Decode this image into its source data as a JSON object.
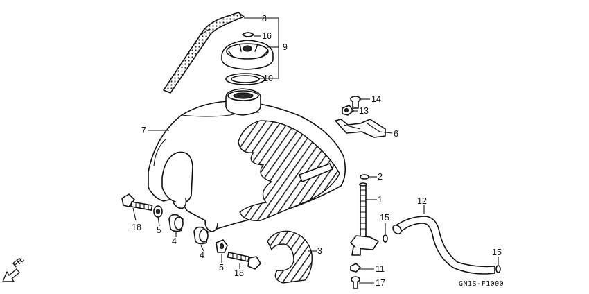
{
  "callouts": [
    {
      "id": "c1",
      "text": "1"
    },
    {
      "id": "c2",
      "text": "2"
    },
    {
      "id": "c3",
      "text": "3"
    },
    {
      "id": "c4a",
      "text": "4"
    },
    {
      "id": "c4b",
      "text": "4"
    },
    {
      "id": "c5a",
      "text": "5"
    },
    {
      "id": "c5b",
      "text": "5"
    },
    {
      "id": "c6",
      "text": "6"
    },
    {
      "id": "c7",
      "text": "7"
    },
    {
      "id": "c8",
      "text": "8"
    },
    {
      "id": "c9",
      "text": "9"
    },
    {
      "id": "c10",
      "text": "10"
    },
    {
      "id": "c11",
      "text": "11"
    },
    {
      "id": "c12",
      "text": "12"
    },
    {
      "id": "c13",
      "text": "13"
    },
    {
      "id": "c14",
      "text": "14"
    },
    {
      "id": "c15a",
      "text": "15"
    },
    {
      "id": "c15b",
      "text": "15"
    },
    {
      "id": "c16",
      "text": "16"
    },
    {
      "id": "c17",
      "text": "17"
    },
    {
      "id": "c18a",
      "text": "18"
    },
    {
      "id": "c18b",
      "text": "18"
    }
  ],
  "diagram_code": "GN1S-F1000",
  "direction_label": "FR."
}
